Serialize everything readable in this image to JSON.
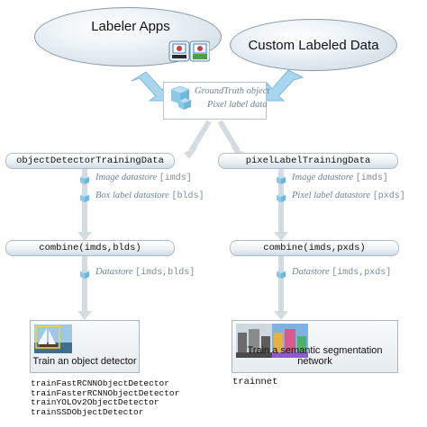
{
  "top": {
    "labeler_apps": "Labeler Apps",
    "custom_data": "Custom Labeled Data"
  },
  "groundtruth": {
    "line1": "GroundTruth object",
    "line2": "Pixel label data"
  },
  "left": {
    "function": "objectDetectorTrainingData",
    "out1_label": "Image datastore",
    "out1_var": "[imds]",
    "out2_label": "Box label datastore",
    "out2_var": "[blds]",
    "combine": "combine(imds,blds)",
    "ds_label": "Datastore",
    "ds_var": "[imds,blds]",
    "card_title": "Train an object detector",
    "functions": [
      "trainFastRCNNObjectDetector",
      "trainFasterRCNNObjectDetector",
      "trainYOLOv2ObjectDetector",
      "trainSSDObjectDetector"
    ]
  },
  "right": {
    "function": "pixelLabelTrainingData",
    "out1_label": "Image datastore",
    "out1_var": "[imds]",
    "out2_label": "Pixel label datastore",
    "out2_var": "[pxds]",
    "combine": "combine(imds,pxds)",
    "ds_label": "Datastore",
    "ds_var": "[imds,pxds]",
    "card_title": "Train a semantic segmentation network",
    "functions": [
      "trainnet"
    ]
  },
  "colors": {
    "arrow": "#d5dbe0",
    "connector": "#9fd0ea",
    "cube": "#8fc7e6"
  }
}
